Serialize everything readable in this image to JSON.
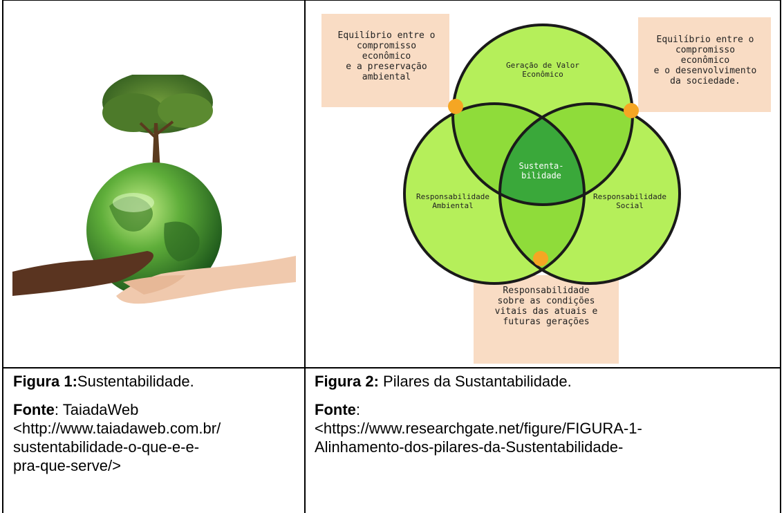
{
  "figure1": {
    "caption_label": "Figura 1:",
    "caption_text": "Sustentabilidade.",
    "source_label": "Fonte",
    "source_text": ": TaiadaWeb",
    "source_url_lines": [
      "<http://www.taiadaweb.com.br/",
      "sustentabilidade-o-que-e-e-",
      "pra-que-serve/>"
    ]
  },
  "figure2": {
    "caption_label": "Figura 2:",
    "caption_text": " Pilares da Sustantabilidade.",
    "source_label": "Fonte",
    "source_text": ":",
    "source_url_lines": [
      "<https://www.researchgate.net/figure/FIGURA-1-",
      "Alinhamento-dos-pilares-da-Sustentabilidade-"
    ]
  },
  "diagram": {
    "box_top_left": "Equilíbrio entre o\ncompromisso\neconômico\ne a preservação\nambiental",
    "box_top_right": "Equilíbrio entre o\ncompromisso\neconômico\ne o desenvolvimento\nda sociedade.",
    "box_bottom": "Responsabilidade\nsobre as condições\nvitais das atuais e\nfuturas gerações",
    "circle_top": "Geração de Valor\nEconômico",
    "circle_left": "Responsabilidade\nAmbiental",
    "circle_right": "Responsabilidade\nSocial",
    "center": "Sustenta-\nbilidade",
    "colors": {
      "circle_fill": "#b5ef5a",
      "overlap_fill": "#8fdc3a",
      "center_fill": "#3aa83a",
      "box_fill": "#f9dcc4",
      "dot": "#f5a623"
    }
  }
}
